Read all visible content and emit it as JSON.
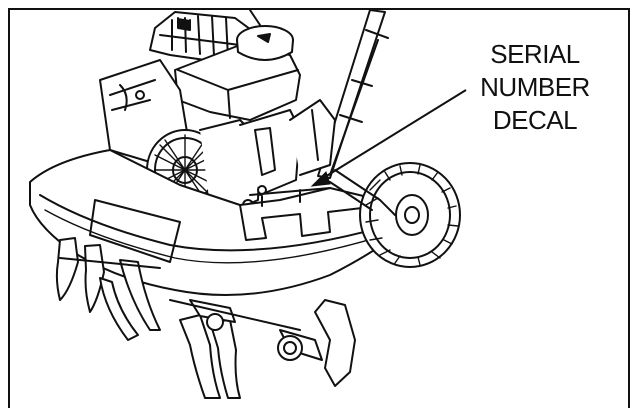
{
  "callout": {
    "line1": "SERIAL",
    "line2": "NUMBER",
    "line3": "DECAL"
  }
}
